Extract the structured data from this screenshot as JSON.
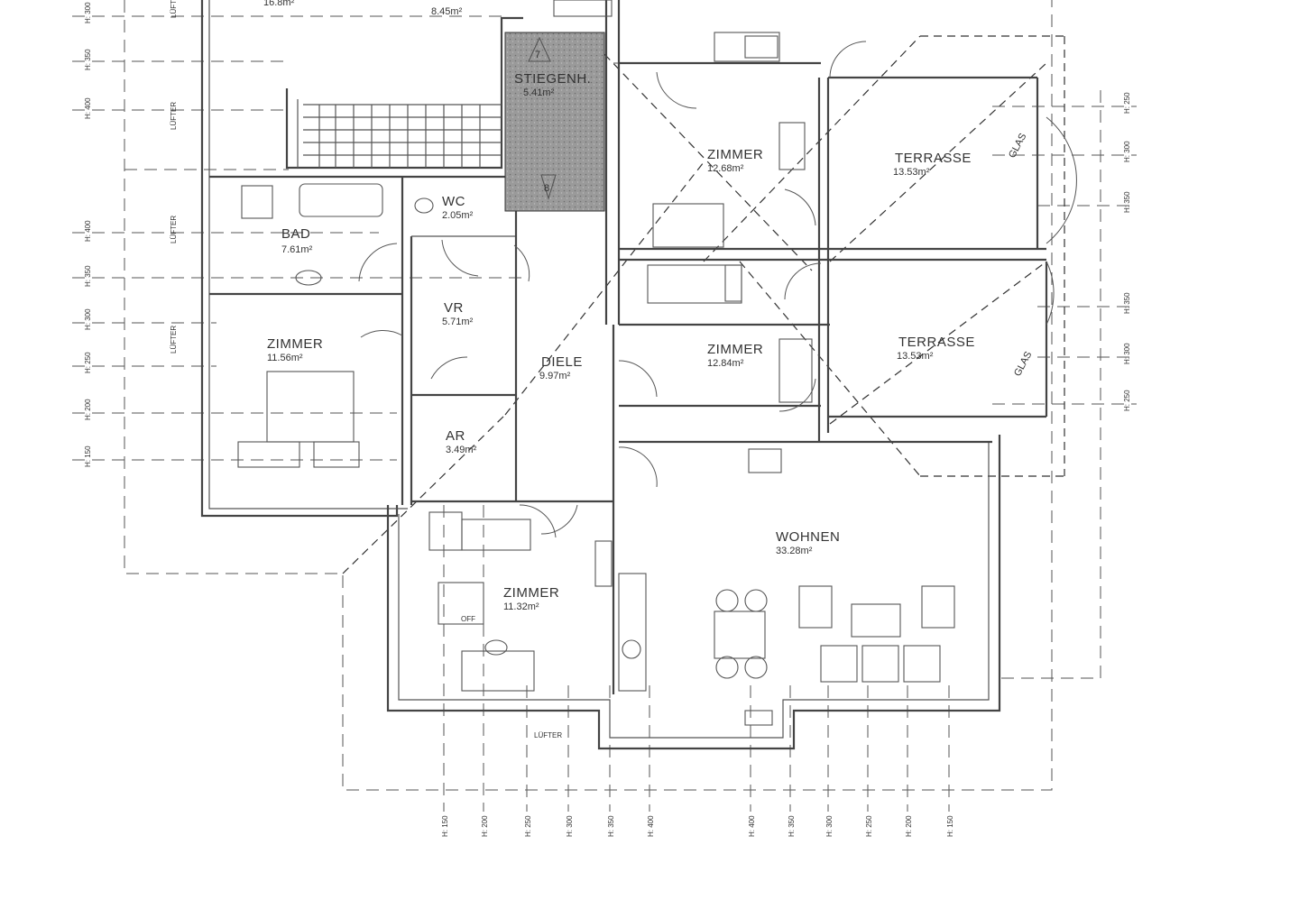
{
  "rooms": {
    "r1": {
      "name": "",
      "area": "16.8m²"
    },
    "r2": {
      "name": "",
      "area": "8.45m²"
    },
    "stair": {
      "name": "STIEGENH.",
      "area": "5.41m²"
    },
    "wc": {
      "name": "WC",
      "area": "2.05m²"
    },
    "bad": {
      "name": "BAD",
      "area": "7.61m²"
    },
    "vr": {
      "name": "VR",
      "area": "5.71m²"
    },
    "zimmer_w": {
      "name": "ZIMMER",
      "area": "11.56m²"
    },
    "diele": {
      "name": "DIELE",
      "area": "9.97m²"
    },
    "ar": {
      "name": "AR",
      "area": "3.49m²"
    },
    "zimmer_ne": {
      "name": "ZIMMER",
      "area": "12.68m²"
    },
    "terrasse_n": {
      "name": "TERRASSE",
      "area": "13.53m²"
    },
    "zimmer_e": {
      "name": "ZIMMER",
      "area": "12.84m²"
    },
    "terrasse_s": {
      "name": "TERRASSE",
      "area": "13.53m²"
    },
    "wohnen": {
      "name": "WOHNEN",
      "area": "33.28m²"
    },
    "zimmer_s": {
      "name": "ZIMMER",
      "area": "11.32m²"
    }
  },
  "labels": {
    "luefter": "LÜFTER",
    "glas": "GLAS",
    "off": "OFF"
  },
  "heights_left": [
    "H: 300",
    "H: 350",
    "H: 400",
    "H: 400",
    "H: 350",
    "H: 300",
    "H: 250",
    "H: 200",
    "H: 150"
  ],
  "heights_right": [
    "H: 250",
    "H: 300",
    "H: 350",
    "H: 350",
    "H: 300",
    "H: 250"
  ],
  "heights_bottom": [
    "H: 150",
    "H: 200",
    "H: 250",
    "H: 300",
    "H: 350",
    "H: 400",
    "H: 400",
    "H: 350",
    "H: 300",
    "H: 250",
    "H: 200",
    "H: 150"
  ],
  "stair_marks": {
    "top": "7",
    "bottom": "8"
  }
}
